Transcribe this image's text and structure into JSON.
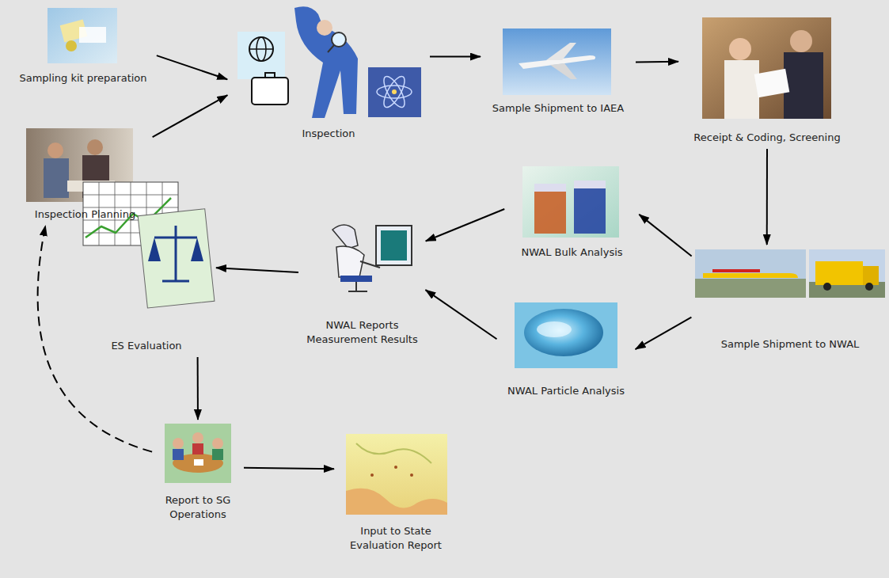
{
  "diagram": {
    "nodes": [
      {
        "text": [
          "Sampling kit preparation"
        ]
      },
      {
        "text": [
          "Inspection Planning"
        ]
      },
      {
        "text": [
          "Inspection"
        ]
      },
      {
        "text": [
          "Sample Shipment to IAEA"
        ]
      },
      {
        "text": [
          "Receipt & Coding, Screening"
        ]
      },
      {
        "text": [
          "Sample Shipment to NWAL"
        ]
      },
      {
        "text": [
          "NWAL Bulk Analysis"
        ]
      },
      {
        "text": [
          "NWAL Particle Analysis"
        ]
      },
      {
        "text": [
          "NWAL Reports Measurement Results"
        ]
      },
      {
        "text": [
          "ES Evaluation"
        ]
      },
      {
        "text": [
          "Report to SG Operations"
        ]
      },
      {
        "text": [
          "Input to State Evaluation Report"
        ]
      }
    ],
    "edges": [
      {
        "from": 0,
        "to": 2,
        "arrow": "to"
      },
      {
        "from": 1,
        "to": 2,
        "arrow": "to"
      },
      {
        "from": 2,
        "to": 3,
        "arrow": "to"
      },
      {
        "from": 3,
        "to": 4,
        "arrow": "to"
      },
      {
        "from": 4,
        "to": 5,
        "arrow": "to"
      },
      {
        "from": 5,
        "to": 6,
        "arrow": "to"
      },
      {
        "from": 5,
        "to": 7,
        "arrow": "to"
      },
      {
        "from": 6,
        "to": 8,
        "arrow": "to"
      },
      {
        "from": 7,
        "to": 8,
        "arrow": "to"
      },
      {
        "from": 8,
        "to": 9,
        "arrow": "to"
      },
      {
        "from": 9,
        "to": 10,
        "arrow": "to"
      },
      {
        "from": 10,
        "to": 11,
        "arrow": "to"
      },
      {
        "from": 10,
        "to": 1,
        "arrow": "to"
      }
    ]
  }
}
